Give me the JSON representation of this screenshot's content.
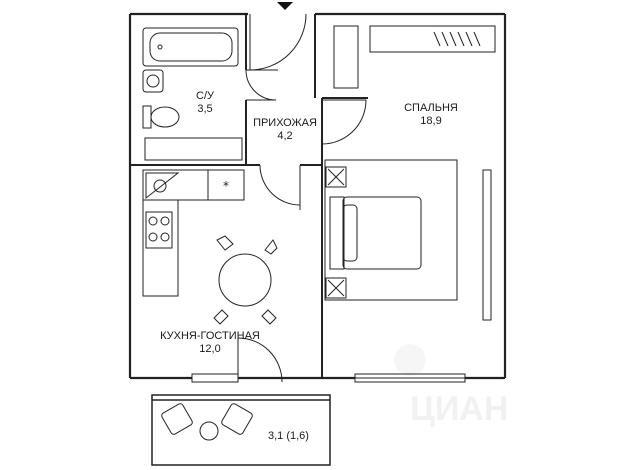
{
  "rooms": {
    "bathroom": {
      "name": "С/У",
      "area": "3,5"
    },
    "hallway": {
      "name": "ПРИХОЖАЯ",
      "area": "4,2"
    },
    "bedroom": {
      "name": "СПАЛЬНЯ",
      "area": "18,9"
    },
    "kitchen_living": {
      "name": "КУХНЯ-ГОСТИНАЯ",
      "area": "12,0"
    },
    "balcony": {
      "label": "3,1 (1,6)"
    }
  },
  "entrance_marker": "entrance-arrow-icon",
  "watermark": "ЦИАН"
}
